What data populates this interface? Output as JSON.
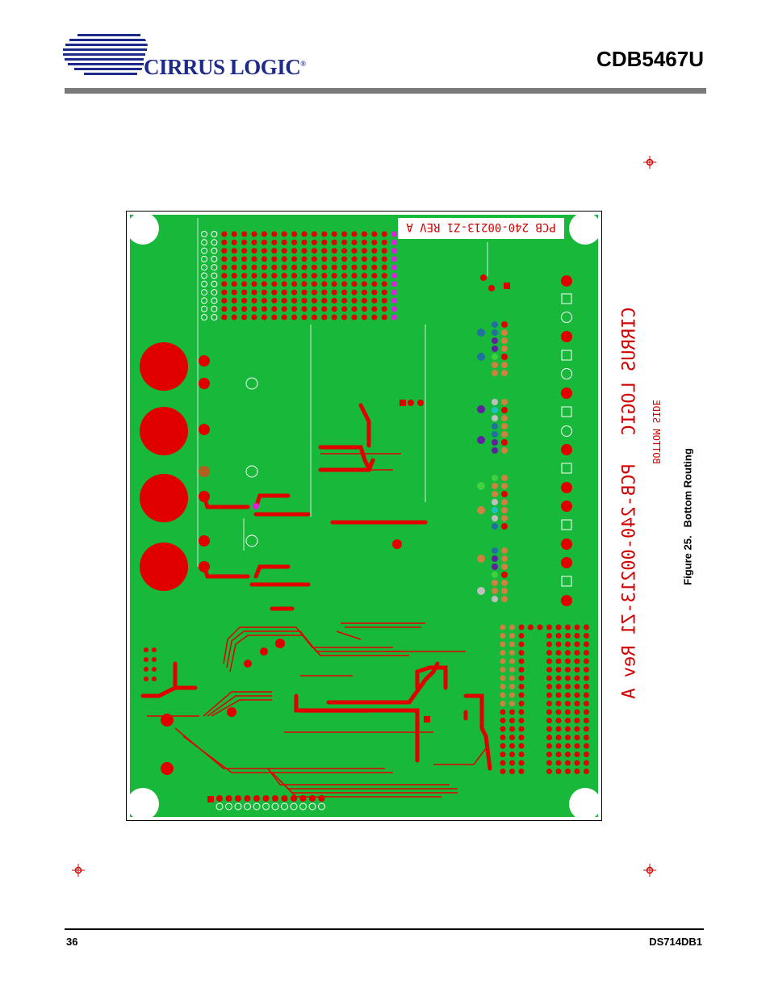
{
  "header": {
    "logo_text": "CIRRUS LOGIC",
    "logo_registered": "®",
    "doc_title": "CDB5467U"
  },
  "figure": {
    "label": "Figure 25.",
    "title": "Bottom Routing",
    "side_label": "BOTTOM SIDE",
    "board_big_text_1": "CIRRUS LOGIC",
    "board_big_text_2": "PCB-240-00213-Z1 Rev A",
    "board_top_text": "PCB 240-00213-Z1 REV A"
  },
  "footer": {
    "page_number": "36",
    "doc_id": "DS714DB1"
  },
  "colors": {
    "board": "#18b83a",
    "copper": "#e00000",
    "magenta": "#e020e0",
    "header_rule": "#7a7a7a",
    "logo_blue": "#1e2a8a"
  }
}
